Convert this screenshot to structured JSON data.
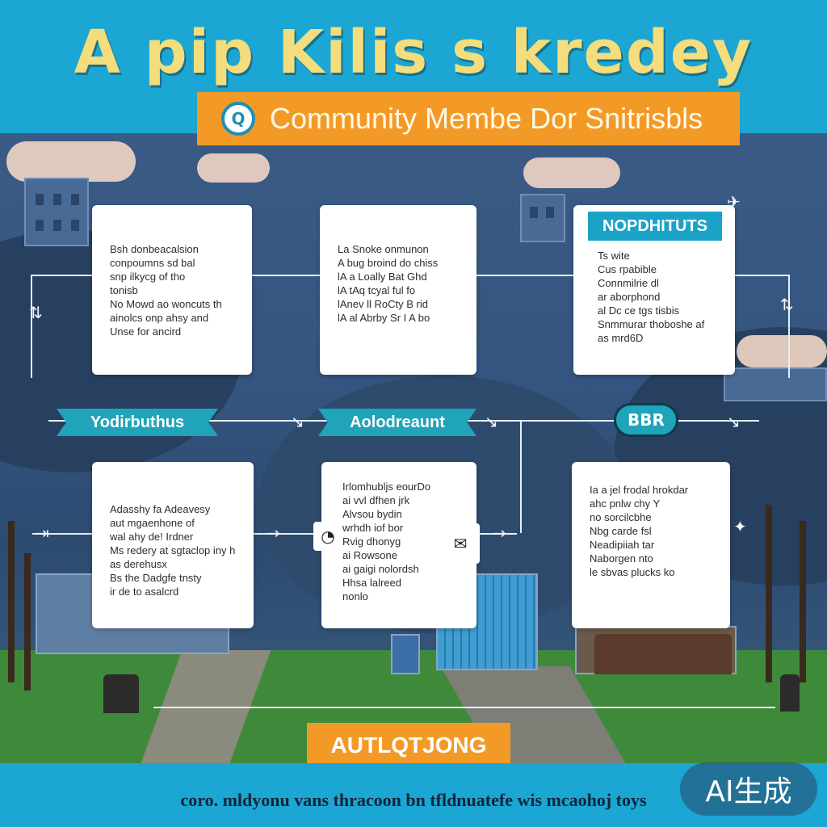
{
  "header": {
    "title": "A pip Kilis s kredey",
    "subtitle": "Community Membe Dor Snitrisbls",
    "subtitle_icon": "Q"
  },
  "cards_top": [
    {
      "lines": [
        "Bsh donbeacalsion",
        "conpoumns sd bal",
        "snp ilkycg of tho",
        "tonisb",
        "No Mowd ao woncuts th",
        "ainolcs onp ahsy and",
        "Unse for ancird"
      ]
    },
    {
      "lines": [
        "La Snoke onmunon",
        "A bug broind do chiss",
        "lA a Loally Bat Ghd",
        "lA tAq tcyal ful fo",
        "lAnev ll RoCty B rid",
        "lA al Abrby Sr I A bo"
      ]
    },
    {
      "tag": "NOPDHITUTS",
      "lines": [
        "Ts wite",
        "Cus rpabible",
        "Connmilrie dl",
        "ar aborphond",
        "al Dc ce tgs tisbis",
        "Snmmurar thoboshe af",
        "as mrd6D"
      ]
    }
  ],
  "ribbons": [
    {
      "label": "Yodirbuthus"
    },
    {
      "label": "Aolodreaunt"
    }
  ],
  "badge": {
    "label": "BBR"
  },
  "cards_bottom": [
    {
      "lines": [
        "Adasshy fa Adeavesy",
        "aut mgaenhone of",
        "wal ahy de! Irdner",
        "Ms redery at sgtaclop iny h",
        "as derehusx",
        "Bs the Dadgfe tnsty",
        "ir de to asalcrd"
      ]
    },
    {
      "lines": [
        "Irlomhubljs eourDo",
        "ai vvl dfhen jrk",
        "Alvsou bydin",
        "wrhdh iof bor",
        "Rvig dhonyg",
        "ai Rowsone",
        "ai gaigi nolordsh",
        "Hhsa lalreed",
        "nonlo"
      ]
    },
    {
      "lines": [
        "Ia a jel frodal hrokdar",
        "ahc pnlw chy Y",
        "no sorcilcbhe",
        "Nbg carde fsl",
        "Neadipiiah tar",
        "Naborgen nto",
        "le sbvas plucks ko"
      ]
    }
  ],
  "bottom_banner": {
    "label": "AUTLQTJONG"
  },
  "footer": {
    "text": "coro. mldyonu vans thracoon bn tfldnuatefe wis mcaohoj toys"
  },
  "watermark": {
    "label": "AI生成"
  },
  "colors": {
    "sky_blue": "#1ba6d3",
    "orange": "#f39a26",
    "teal": "#1fa4b9",
    "title_yellow": "#f3dd7c",
    "scene_navy": "#34557f"
  }
}
